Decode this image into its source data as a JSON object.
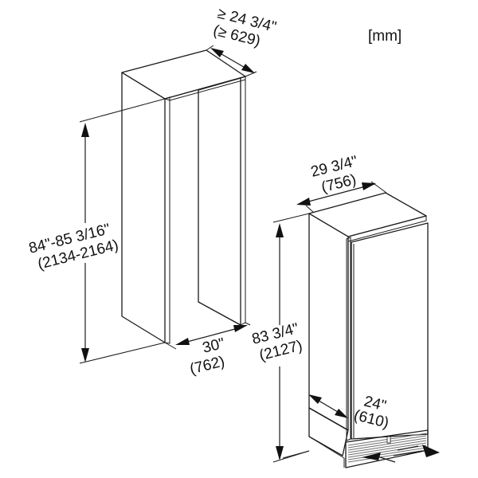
{
  "units_label": "[mm]",
  "niche": {
    "depth_in": "≥ 24 3/4\"",
    "depth_mm": "(≥ 629)",
    "height_in": "84\"-85 3/16\"",
    "height_mm": "(2134-2164)",
    "width_in": "30\"",
    "width_mm": "(762)"
  },
  "appliance": {
    "width_in": "29 3/4\"",
    "width_mm": "(756)",
    "height_in": "83 3/4\"",
    "height_mm": "(2127)",
    "depth_in": "24\"",
    "depth_mm": "(610)"
  },
  "colors": {
    "line": "#1a1a1a",
    "panel_light": "#e3e3e3",
    "panel_lighter": "#f2f2f2",
    "vent": "#6e6e6e",
    "background": "#ffffff"
  }
}
